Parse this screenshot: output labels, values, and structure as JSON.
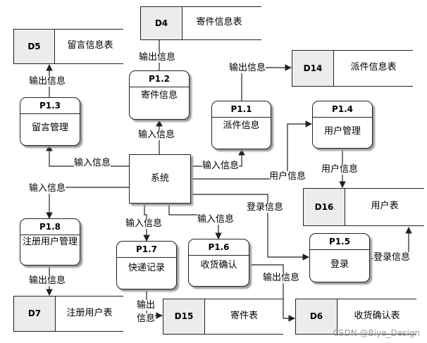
{
  "processes": {
    "p12": {
      "id": "P1.2",
      "name": "寄件信息"
    },
    "p11": {
      "id": "P1.1",
      "name": "派件信息"
    },
    "p13": {
      "id": "P1.3",
      "name": "留言管理"
    },
    "p14": {
      "id": "P1.4",
      "name": "用户管理"
    },
    "p18": {
      "id": "P1.8",
      "name": "注册用户管理"
    },
    "p17": {
      "id": "P1.7",
      "name": "快递记录"
    },
    "p16": {
      "id": "P1.6",
      "name": "收货确认"
    },
    "p15": {
      "id": "P1.5",
      "name": "登录"
    }
  },
  "entity": {
    "name": "系统"
  },
  "stores": {
    "d4": {
      "id": "D4",
      "name": "寄件信息表"
    },
    "d5": {
      "id": "D5",
      "name": "留言信息表"
    },
    "d14": {
      "id": "D14",
      "name": "派件信息表"
    },
    "d16": {
      "id": "D16",
      "name": "用户表"
    },
    "d7": {
      "id": "D7",
      "name": "注册用户表"
    },
    "d15": {
      "id": "D15",
      "name": "寄件表"
    },
    "d6": {
      "id": "D6",
      "name": "收货确认表"
    }
  },
  "flows": {
    "output_info": "输出信息",
    "input_info": "输入信息",
    "user_info": "用户信息",
    "login_info": "登录信息",
    "output_line1": "输出",
    "output_line2": "信息"
  },
  "watermark": "CSDN @Biye_Design"
}
